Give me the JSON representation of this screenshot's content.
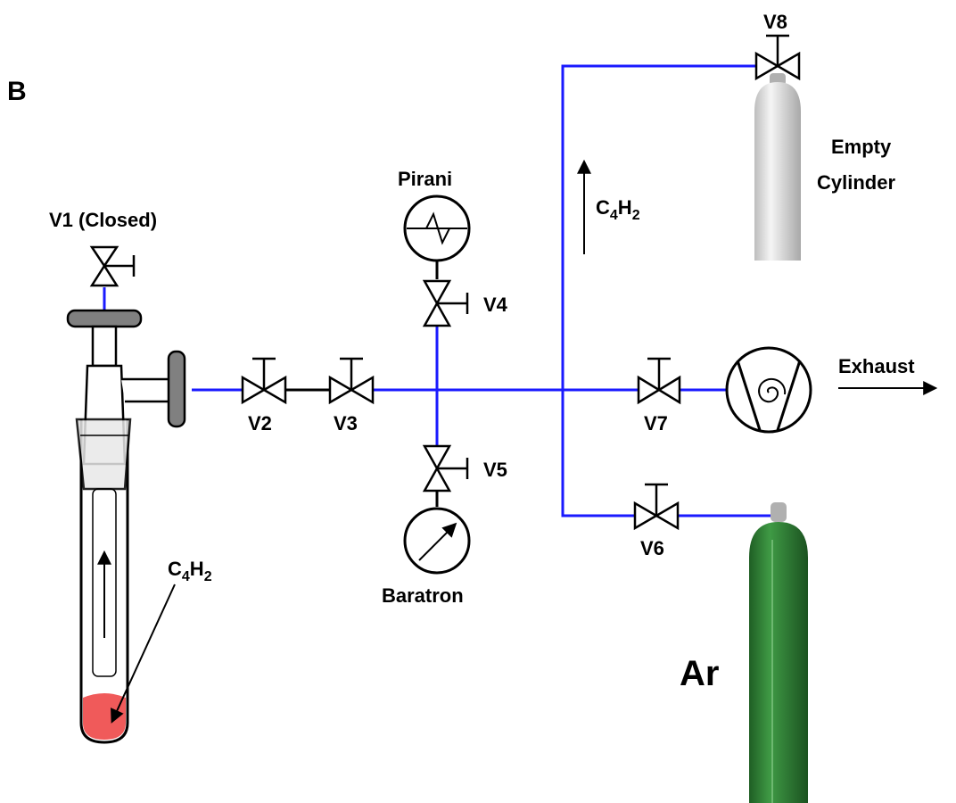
{
  "panel_label": "B",
  "valves": {
    "v1": "V1 (Closed)",
    "v2": "V2",
    "v3": "V3",
    "v4": "V4",
    "v5": "V5",
    "v6": "V6",
    "v7": "V7",
    "v8": "V8"
  },
  "gauges": {
    "pirani": "Pirani",
    "baratron": "Baratron"
  },
  "cylinders": {
    "empty_line1": "Empty",
    "empty_line2": "Cylinder",
    "argon": "Ar"
  },
  "pump": {
    "exhaust": "Exhaust"
  },
  "chemicals": {
    "base": "C",
    "sub1": "4",
    "mid": "H",
    "sub2": "2"
  },
  "colors": {
    "line": "#1a1aff",
    "argon_cylinder": "#2e7d32",
    "empty_cylinder": "#d9d9d9",
    "liquid": "#f05a5a",
    "flange": "#808080"
  }
}
